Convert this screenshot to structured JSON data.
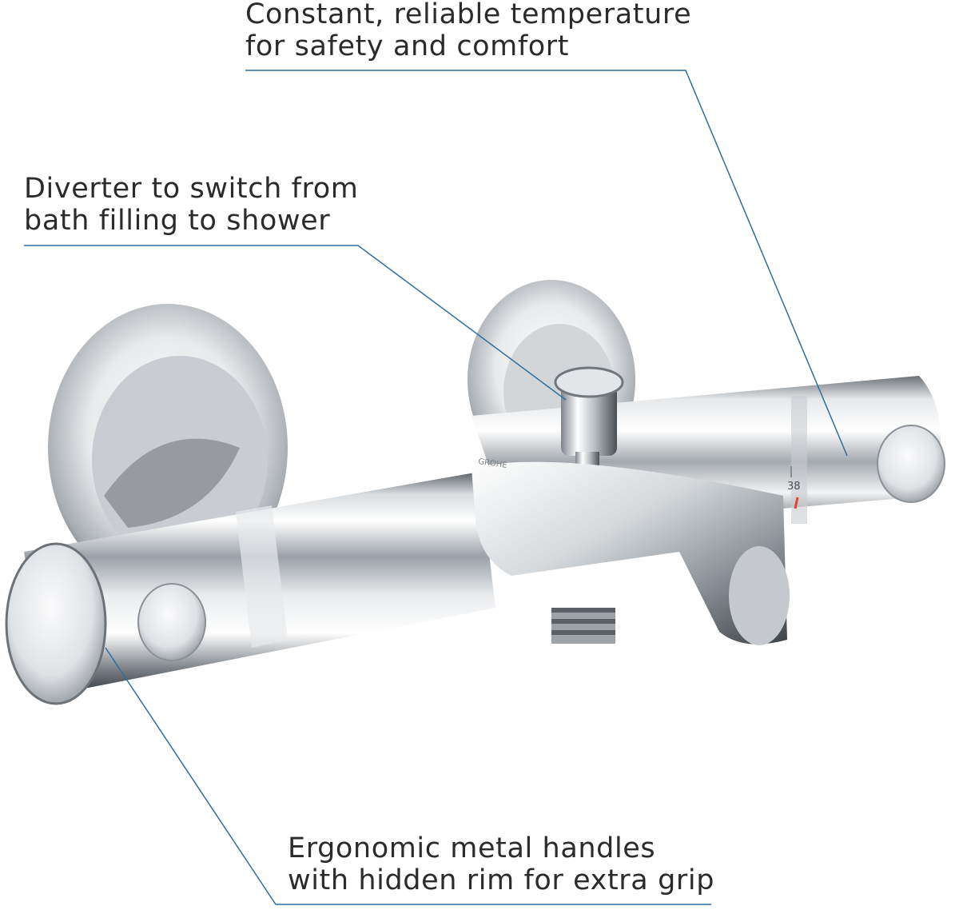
{
  "captions": {
    "temperature": {
      "line1": "Constant, reliable temperature",
      "line2": "for safety and comfort"
    },
    "diverter": {
      "line1": "Diverter to switch from",
      "line2": "bath filling to shower"
    },
    "handles": {
      "line1": "Ergonomic metal handles",
      "line2": "with hidden rim for extra grip"
    }
  },
  "product": {
    "brand_mark": "GROHE",
    "temperature_marking": "38"
  },
  "colors": {
    "leader_line": "#2e6f9e",
    "chrome_light": "#f4f5f6",
    "chrome_dark": "#3c4146",
    "safety_mark": "#e0472c"
  }
}
